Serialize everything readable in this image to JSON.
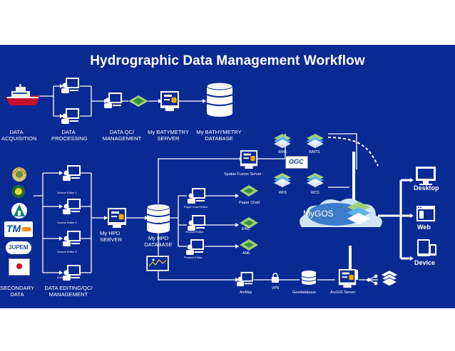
{
  "title": "Hydrographic Data Management Workflow",
  "labels": {
    "data_acquisition": [
      "DATA",
      "ACQUISITION"
    ],
    "data_processing": [
      "DATA",
      "PROCESSING"
    ],
    "data_qc": [
      "DATA QC/",
      "MANAGEMENT"
    ],
    "batymetry_server": [
      "My BATYMETRY",
      "SERVER"
    ],
    "bathymetry_db": [
      "My BATHYMETRY",
      "DATABASE"
    ],
    "hpd_server": [
      "My HPD",
      "SERVER"
    ],
    "hpd_db": [
      "My HPD",
      "DATABASE"
    ],
    "secondary_data": [
      "SECONDARY",
      "DATA"
    ],
    "data_editing": [
      "DATA EDITING/QC/",
      "MANAGEMENT"
    ]
  },
  "source_editors": [
    "Source Editor 1",
    "Source Editor 2",
    "Source Editor 3",
    "Source Editor 4"
  ],
  "chart_editors": [
    "Paper Chart Editor",
    "Product Editor",
    "Product Editor"
  ],
  "products": [
    "Paper Chart",
    "ENC",
    "AML"
  ],
  "services": {
    "spatial_fusion": "Spatial Fusion Server",
    "wms": "WMS",
    "wmts": "WMTS",
    "wfs": "WFS",
    "wcs": "WCS",
    "ogc": "OGC",
    "mygos": "MyGOS"
  },
  "bottom": {
    "arcmap": "ArcMap",
    "vpn": "VPN",
    "geodatabase": "Geodatabase",
    "arcgis_server": "ArcGIS Server"
  },
  "clients": [
    "Desktop",
    "Web",
    "Device"
  ],
  "logos": [
    "TM",
    "JUPEM"
  ],
  "colors": {
    "background": "#0a2a93",
    "icon_yellow": "#f2a900",
    "cloud": "#cfe6f7",
    "green": "#7cc35a"
  }
}
